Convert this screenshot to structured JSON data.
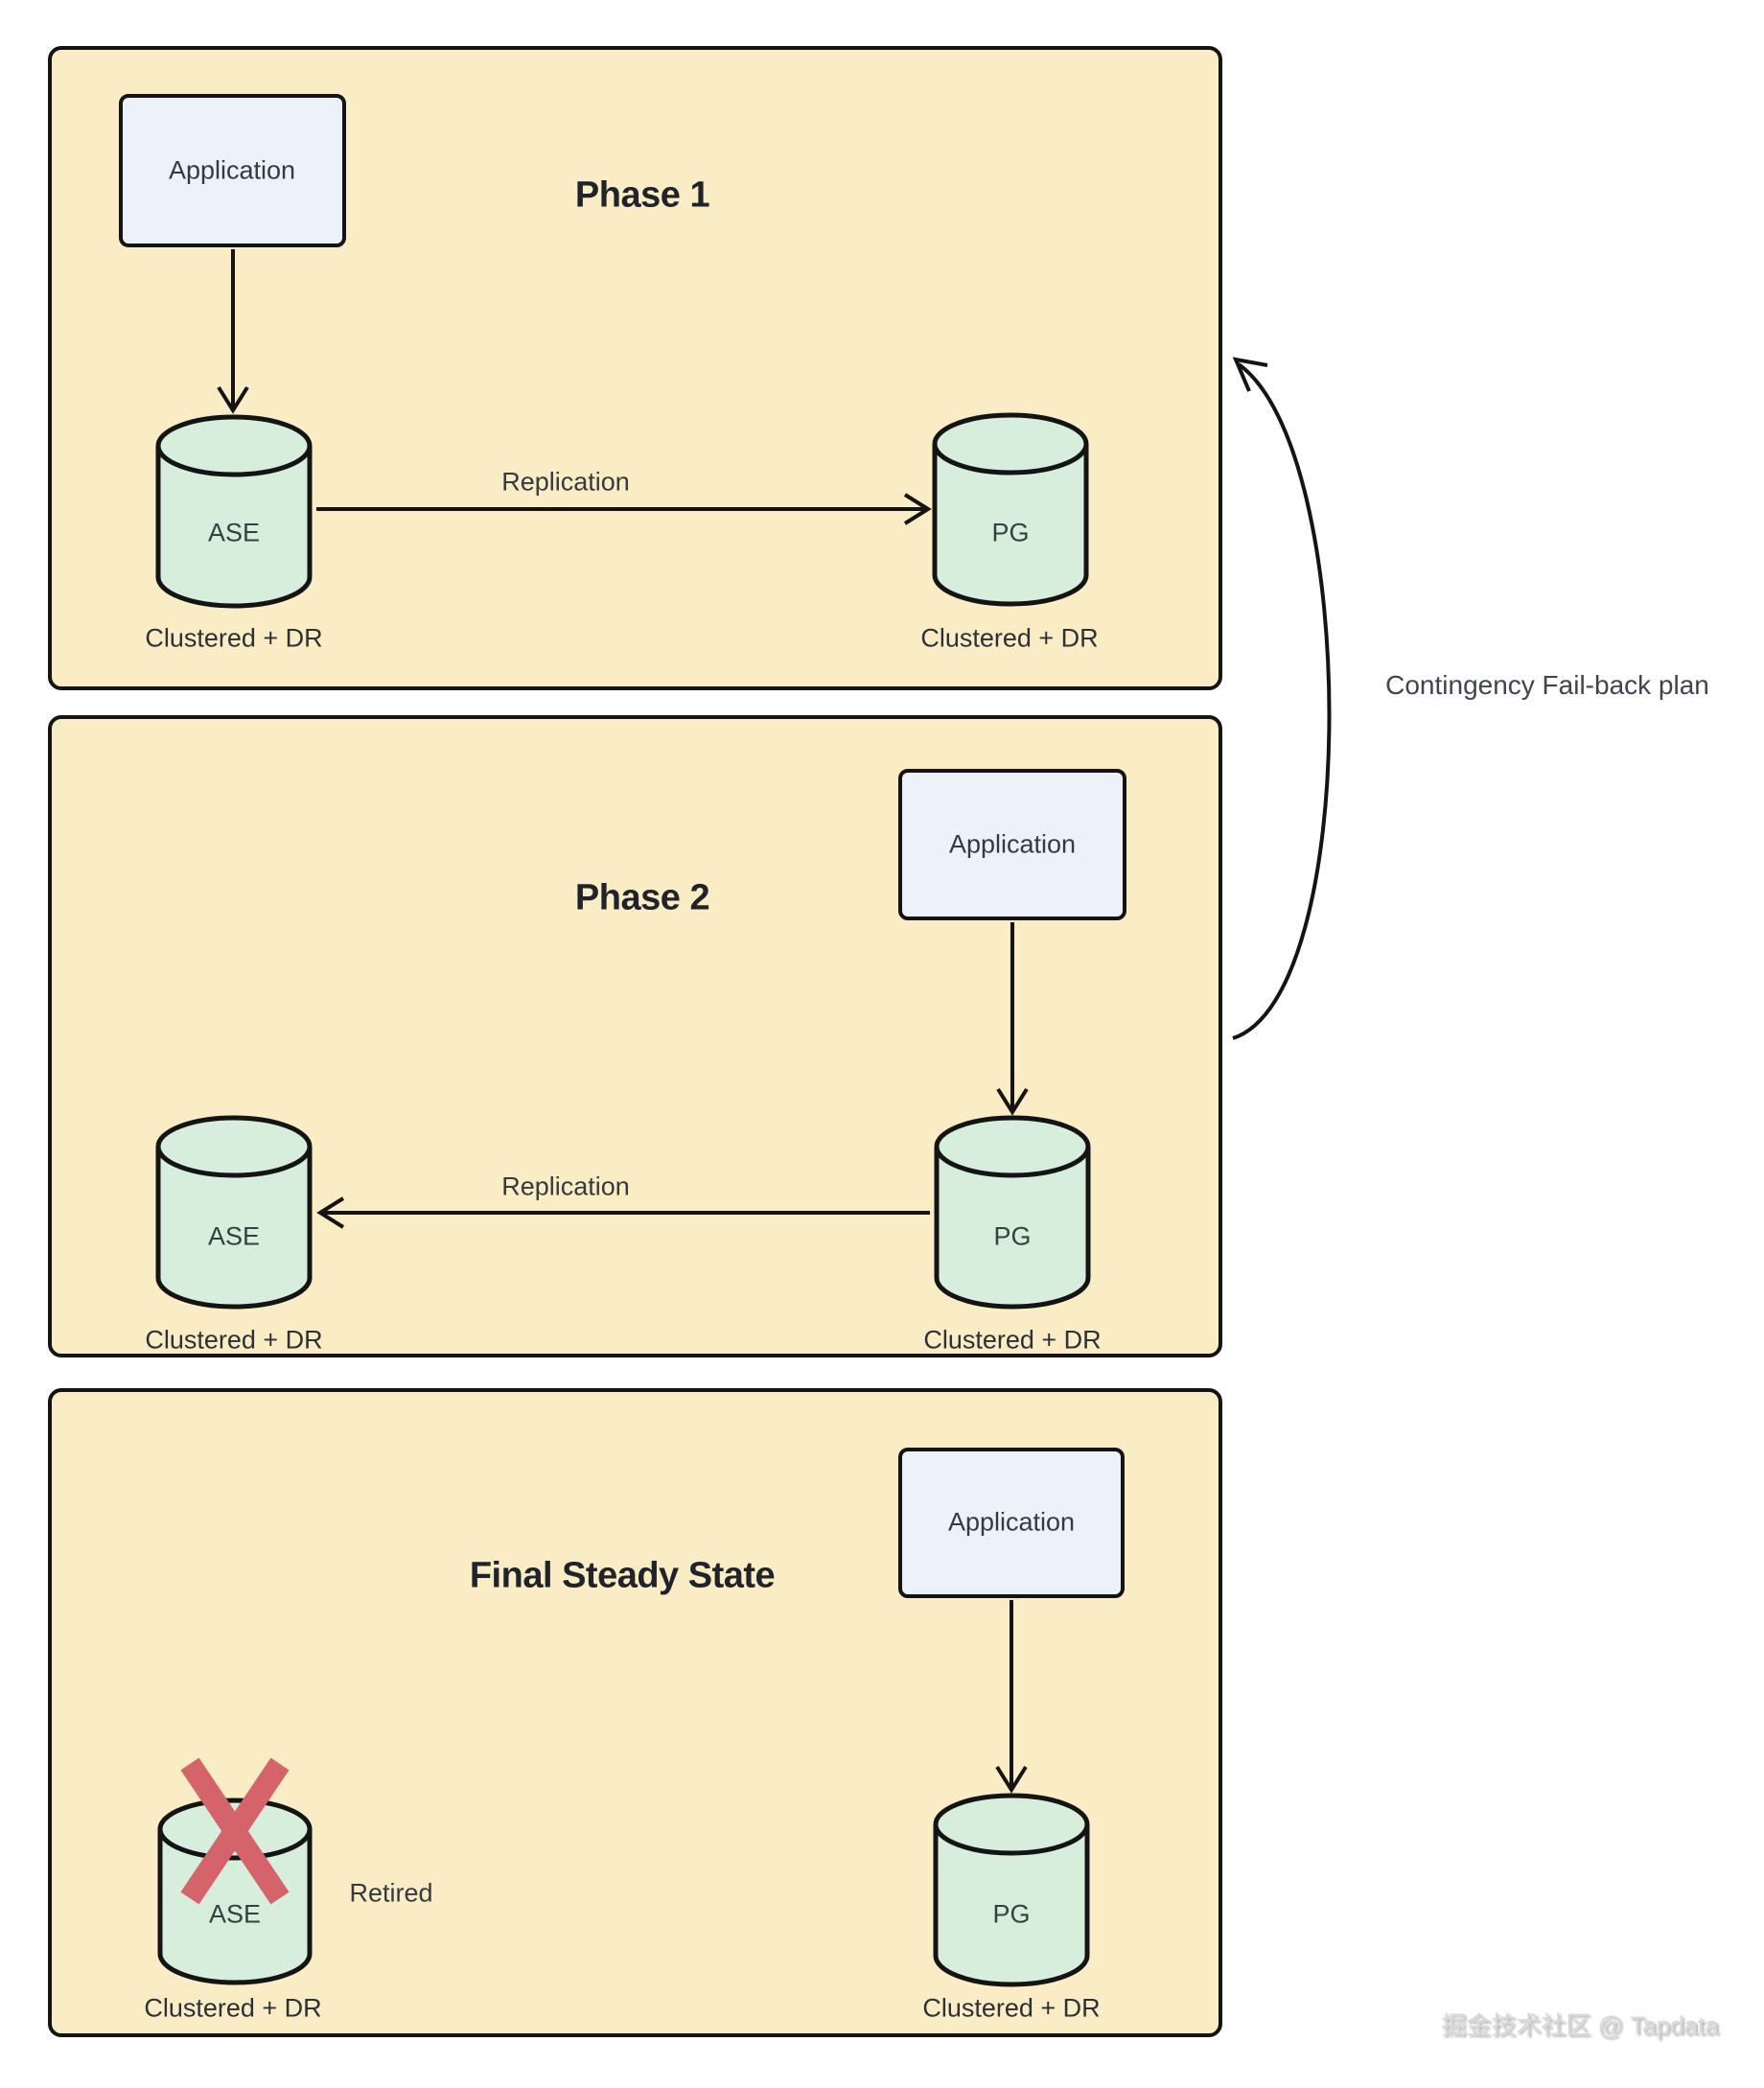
{
  "diagram": {
    "phase1": {
      "title": "Phase 1",
      "app_label": "Application",
      "left_db": "ASE",
      "right_db": "PG",
      "left_caption": "Clustered + DR",
      "right_caption": "Clustered + DR",
      "edge_label": "Replication",
      "edge_direction": "ASE to PG"
    },
    "phase2": {
      "title": "Phase 2",
      "app_label": "Application",
      "left_db": "ASE",
      "right_db": "PG",
      "left_caption": "Clustered + DR",
      "right_caption": "Clustered + DR",
      "edge_label": "Replication",
      "edge_direction": "PG to ASE"
    },
    "final": {
      "title": "Final Steady State",
      "app_label": "Application",
      "left_db": "ASE",
      "right_db": "PG",
      "left_caption": "Clustered + DR",
      "right_caption": "Clustered + DR",
      "retired_label": "Retired"
    },
    "failback_label": "Contingency Fail-back plan",
    "watermark": "掘金技术社区 @ Tapdata"
  },
  "colors": {
    "panel_fill": "#faedc6",
    "database_fill": "#d8eedc",
    "application_fill": "#edf1fa",
    "stroke": "#141414",
    "retired_x": "#d5636b"
  }
}
